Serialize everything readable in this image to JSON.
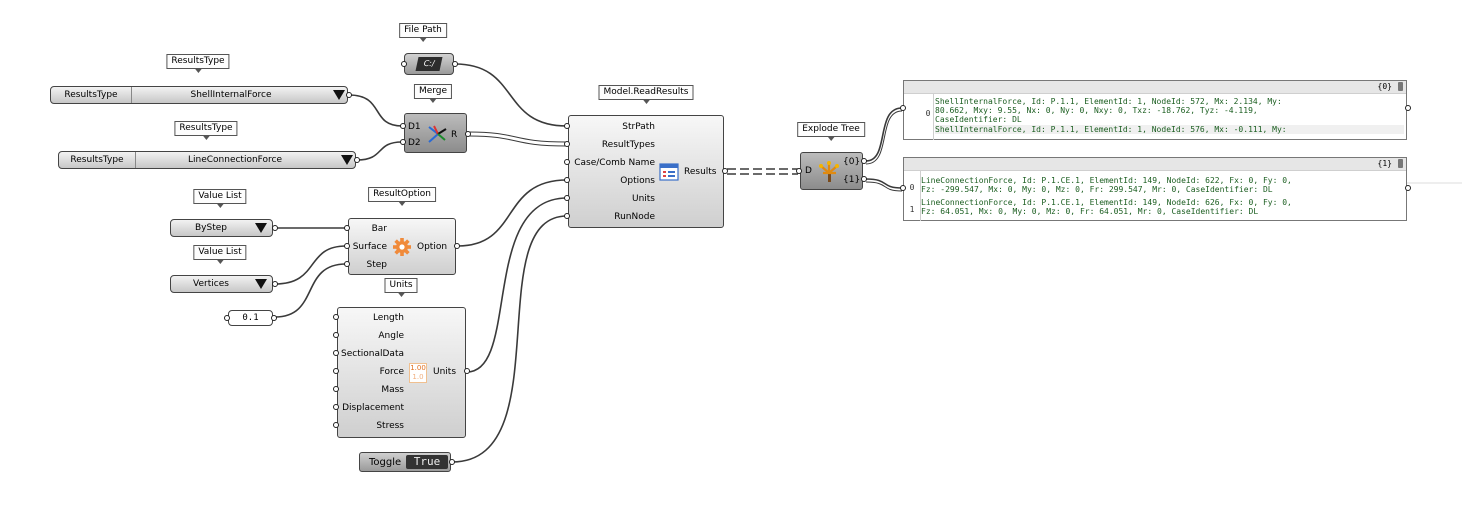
{
  "labels": {
    "file_path": "File Path",
    "results_type_1": "ResultsType",
    "results_type_2": "ResultsType",
    "merge": "Merge",
    "model_read_results": "Model.ReadResults",
    "explode_tree": "Explode Tree",
    "value_list_1": "Value List",
    "value_list_2": "Value List",
    "result_option": "ResultOption",
    "units": "Units"
  },
  "results_type_list_1": {
    "label": "ResultsType",
    "value": "ShellInternalForce"
  },
  "results_type_list_2": {
    "label": "ResultsType",
    "value": "LineConnectionForce"
  },
  "file_path": {
    "icon_text": "C:/"
  },
  "merge": {
    "inputs": [
      "D1",
      "D2"
    ],
    "output": "R"
  },
  "read_results": {
    "inputs": [
      "StrPath",
      "ResultTypes",
      "Case/Comb Name",
      "Options",
      "Units",
      "RunNode"
    ],
    "output": "Results"
  },
  "explode_tree": {
    "input": "D",
    "outputs": [
      "{0}",
      "{1}"
    ]
  },
  "value_list_1": {
    "value": "ByStep"
  },
  "value_list_2": {
    "value": "Vertices"
  },
  "result_option": {
    "inputs": [
      "Bar",
      "Surface",
      "Step"
    ],
    "output": "Option"
  },
  "number_slider": {
    "value": "0.1"
  },
  "units": {
    "inputs": [
      "Length",
      "Angle",
      "SectionalData",
      "Force",
      "Mass",
      "Displacement",
      "Stress"
    ],
    "output": "Units",
    "icon_top": "1.00",
    "icon_bottom": "1.0"
  },
  "toggle": {
    "label": "Toggle",
    "value": "True"
  },
  "panel_0": {
    "header": "{0}",
    "index": "0",
    "lines": [
      "ShellInternalForce, Id: P.1.1, ElementId: 1, NodeId: 572, Mx: 2.134, My:",
      "80.662, Mxy: 9.55, Nx: 0, Ny: 0, Nxy: 0, Txz: -18.762, Tyz: -4.119,",
      "CaseIdentifier: DL",
      "ShellInternalForce, Id: P.1.1, ElementId: 1, NodeId: 576, Mx: -0.111, My:"
    ]
  },
  "panel_1": {
    "header": "{1}",
    "indices": [
      "0",
      "1"
    ],
    "lines": [
      "LineConnectionForce, Id: P.1.CE.1, ElementId: 149, NodeId: 622, Fx: 0, Fy: 0,",
      "Fz: -299.547, Mx: 0, My: 0, Mz: 0, Fr: 299.547, Mr: 0, CaseIdentifier: DL",
      "LineConnectionForce, Id: P.1.CE.1, ElementId: 149, NodeId: 626, Fx: 0, Fy: 0,",
      "Fz: 64.051, Mx: 0, My: 0, Mz: 0, Fr: 64.051, Mr: 0, CaseIdentifier: DL"
    ]
  },
  "icons": {
    "file_path": "file-path-icon",
    "merge": "merge-icon",
    "read_results": "results-table-icon",
    "explode_tree": "tree-icon",
    "result_option": "gear-icon",
    "units": "units-icon"
  },
  "colors": {
    "canvas": "#ffffff",
    "panel_text": "#1b5e20",
    "wire": "#3a3a3a"
  }
}
